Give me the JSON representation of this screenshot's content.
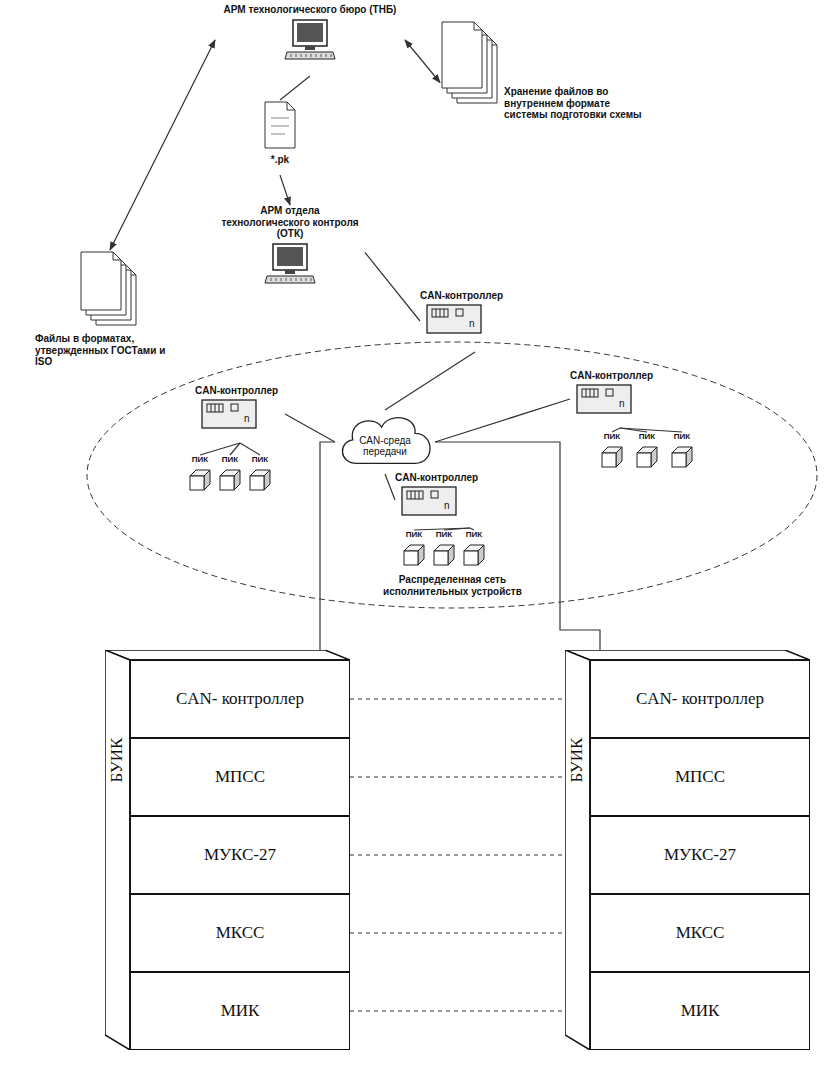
{
  "diagram": {
    "nodes": [
      {
        "text": [
          "АРМ технологического бюро (ТНБ)"
        ]
      },
      {
        "text": [
          "Хранение файлов во внутреннем формате системы подготовки схемы"
        ]
      },
      {
        "text": [
          "Файлы в форматах, утвержденных ГОСТами и ISO"
        ]
      },
      {
        "text": [
          "*.pk"
        ]
      },
      {
        "text": [
          "АРМ отдела технологического контроля (ОТК)"
        ]
      },
      {
        "text": [
          "CAN-контроллер",
          "n"
        ]
      },
      {
        "text": [
          "Распределенная сеть исполнительных устройств"
        ]
      },
      {
        "text": [
          "CAN-среда передачи"
        ],
        "in": 6
      },
      {
        "text": [
          "CAN-контроллер",
          "n"
        ],
        "in": 6
      },
      {
        "text": [
          "ПИК"
        ],
        "in": 6
      },
      {
        "text": [
          "ПИК"
        ],
        "in": 6
      },
      {
        "text": [
          "ПИК"
        ],
        "in": 6
      },
      {
        "text": [
          "CAN-контроллер",
          "n"
        ],
        "in": 6
      },
      {
        "text": [
          "ПИК"
        ],
        "in": 6
      },
      {
        "text": [
          "ПИК"
        ],
        "in": 6
      },
      {
        "text": [
          "ПИК"
        ],
        "in": 6
      },
      {
        "text": [
          "CAN-контроллер",
          "n"
        ],
        "in": 6
      },
      {
        "text": [
          "ПИК"
        ],
        "in": 6
      },
      {
        "text": [
          "ПИК"
        ],
        "in": 6
      },
      {
        "text": [
          "ПИК"
        ],
        "in": 6
      },
      {
        "text": [
          "БУИК"
        ]
      },
      {
        "text": [
          "CAN- контроллер"
        ],
        "in": 20
      },
      {
        "text": [
          "МПСС"
        ],
        "in": 20
      },
      {
        "text": [
          "МУКС-27"
        ],
        "in": 20
      },
      {
        "text": [
          "МКСС"
        ],
        "in": 20
      },
      {
        "text": [
          "МИК"
        ],
        "in": 20
      },
      {
        "text": [
          "БУИК"
        ]
      },
      {
        "text": [
          "CAN- контроллер"
        ],
        "in": 26
      },
      {
        "text": [
          "МПСС"
        ],
        "in": 26
      },
      {
        "text": [
          "МУКС-27"
        ],
        "in": 26
      },
      {
        "text": [
          "МКСС"
        ],
        "in": 26
      },
      {
        "text": [
          "МИК"
        ],
        "in": 26
      }
    ],
    "edges": [
      {
        "from": 0,
        "to": 1,
        "arrow": "both"
      },
      {
        "from": 2,
        "to": 0,
        "arrow": "both"
      },
      {
        "from": 0,
        "to": 3,
        "arrow": "none"
      },
      {
        "from": 3,
        "to": 4,
        "arrow": "to"
      },
      {
        "from": 4,
        "to": 5,
        "arrow": "none"
      },
      {
        "from": 5,
        "to": 7,
        "arrow": "none"
      },
      {
        "from": 8,
        "to": 7,
        "arrow": "none"
      },
      {
        "from": 12,
        "to": 7,
        "arrow": "none"
      },
      {
        "from": 16,
        "to": 7,
        "arrow": "none"
      },
      {
        "from": 8,
        "to": 9,
        "arrow": "none"
      },
      {
        "from": 8,
        "to": 10,
        "arrow": "none"
      },
      {
        "from": 8,
        "to": 11,
        "arrow": "none"
      },
      {
        "from": 12,
        "to": 13,
        "arrow": "none"
      },
      {
        "from": 12,
        "to": 14,
        "arrow": "none"
      },
      {
        "from": 12,
        "to": 15,
        "arrow": "none"
      },
      {
        "from": 16,
        "to": 17,
        "arrow": "none"
      },
      {
        "from": 16,
        "to": 18,
        "arrow": "none"
      },
      {
        "from": 16,
        "to": 19,
        "arrow": "none"
      },
      {
        "from": 7,
        "to": 20,
        "arrow": "none"
      },
      {
        "from": 7,
        "to": 26,
        "arrow": "none"
      },
      {
        "from": 21,
        "to": 27,
        "arrow": "none"
      },
      {
        "from": 22,
        "to": 28,
        "arrow": "none"
      },
      {
        "from": 23,
        "to": 29,
        "arrow": "none"
      },
      {
        "from": 24,
        "to": 30,
        "arrow": "none"
      },
      {
        "from": 25,
        "to": 31,
        "arrow": "none"
      }
    ]
  }
}
